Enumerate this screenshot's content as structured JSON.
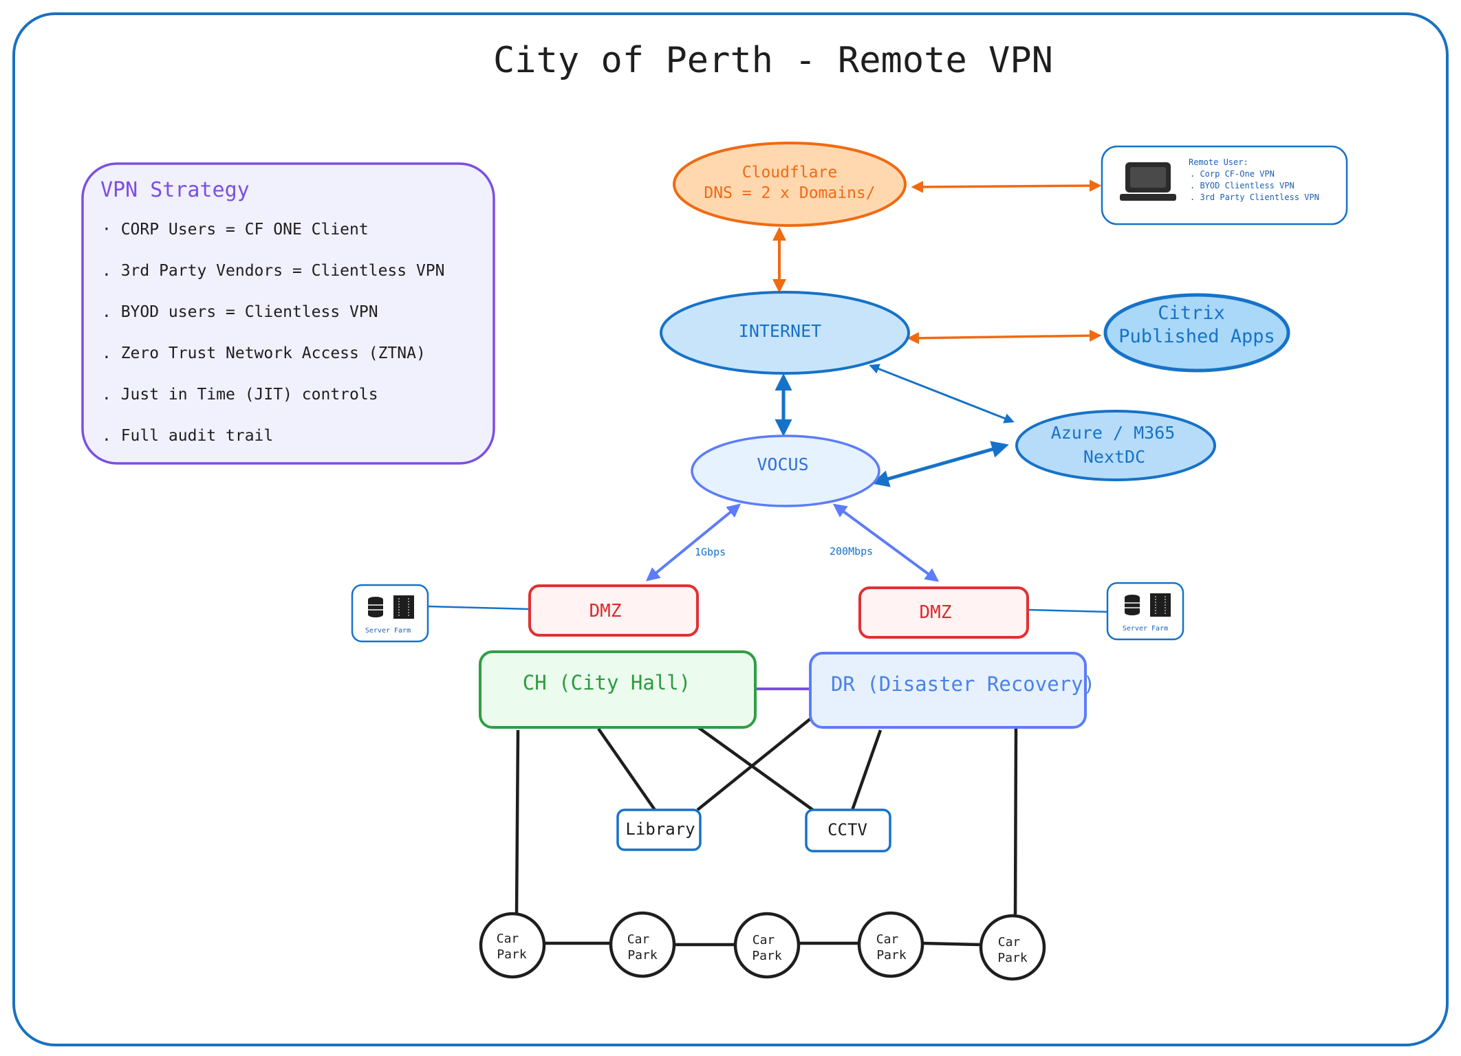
{
  "title": "City of Perth - Remote VPN",
  "strategy": {
    "heading": "VPN Strategy",
    "items": [
      "· CORP Users = CF ONE Client",
      ". 3rd Party Vendors = Clientless VPN",
      ". BYOD users = Clientless VPN",
      ". Zero Trust Network Access (ZTNA)",
      ". Just in Time (JIT) controls",
      ". Full audit trail"
    ]
  },
  "nodes": {
    "cloudflare": [
      "Cloudflare",
      "DNS = 2 x Domains/"
    ],
    "internet": "INTERNET",
    "citrix": [
      "Citrix",
      "Published Apps"
    ],
    "azure": [
      "Azure / M365",
      "NextDC"
    ],
    "vocus": "VOCUS",
    "dmz_left": "DMZ",
    "dmz_right": "DMZ",
    "ch": "CH (City Hall)",
    "dr": "DR (Disaster Recovery)",
    "library": "Library",
    "cctv": "CCTV",
    "car_parks": [
      [
        "Car",
        "Park"
      ],
      [
        "Car",
        "Park"
      ],
      [
        "Car",
        "Park"
      ],
      [
        "Car",
        "Park"
      ],
      [
        "Car",
        "Park"
      ]
    ]
  },
  "remote_user": {
    "heading": "Remote User:",
    "items": [
      ". Corp CF-One VPN",
      ". BYOD Clientless VPN",
      ". 3rd Party Clientless VPN"
    ]
  },
  "server_farm_left": "Server Farm",
  "server_farm_right": "Server Farm",
  "links": {
    "left_speed": "1Gbps",
    "right_speed": "200Mbps"
  },
  "colors": {
    "frame": "#1971c2",
    "orange": "#f06a12",
    "blue": "#1672c8",
    "purple": "#7b4fe0",
    "red": "#e03131",
    "green": "#2f9e44"
  }
}
